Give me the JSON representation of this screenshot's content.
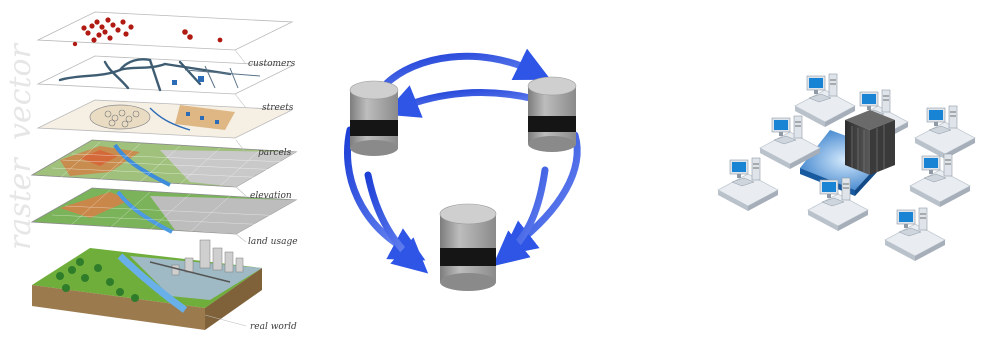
{
  "layers_diagram": {
    "side_labels": [
      "raster",
      "vector"
    ],
    "layers": [
      {
        "label": "customers"
      },
      {
        "label": "streets"
      },
      {
        "label": "parcels"
      },
      {
        "label": "elevation"
      },
      {
        "label": "land usage"
      },
      {
        "label": "real world"
      }
    ]
  },
  "replication_diagram": {
    "nodes": [
      "database-top-left",
      "database-top-right",
      "database-bottom"
    ]
  },
  "network_diagram": {
    "server": "server-rack",
    "workstations": 8
  },
  "colors": {
    "arrow_blue": "#2e55e6",
    "db_gray": "#9c9c9c",
    "db_band": "#151515",
    "tile": "#e9edf2",
    "hub": "#1e6fc4",
    "monitor_screen": "#1a84d4"
  }
}
